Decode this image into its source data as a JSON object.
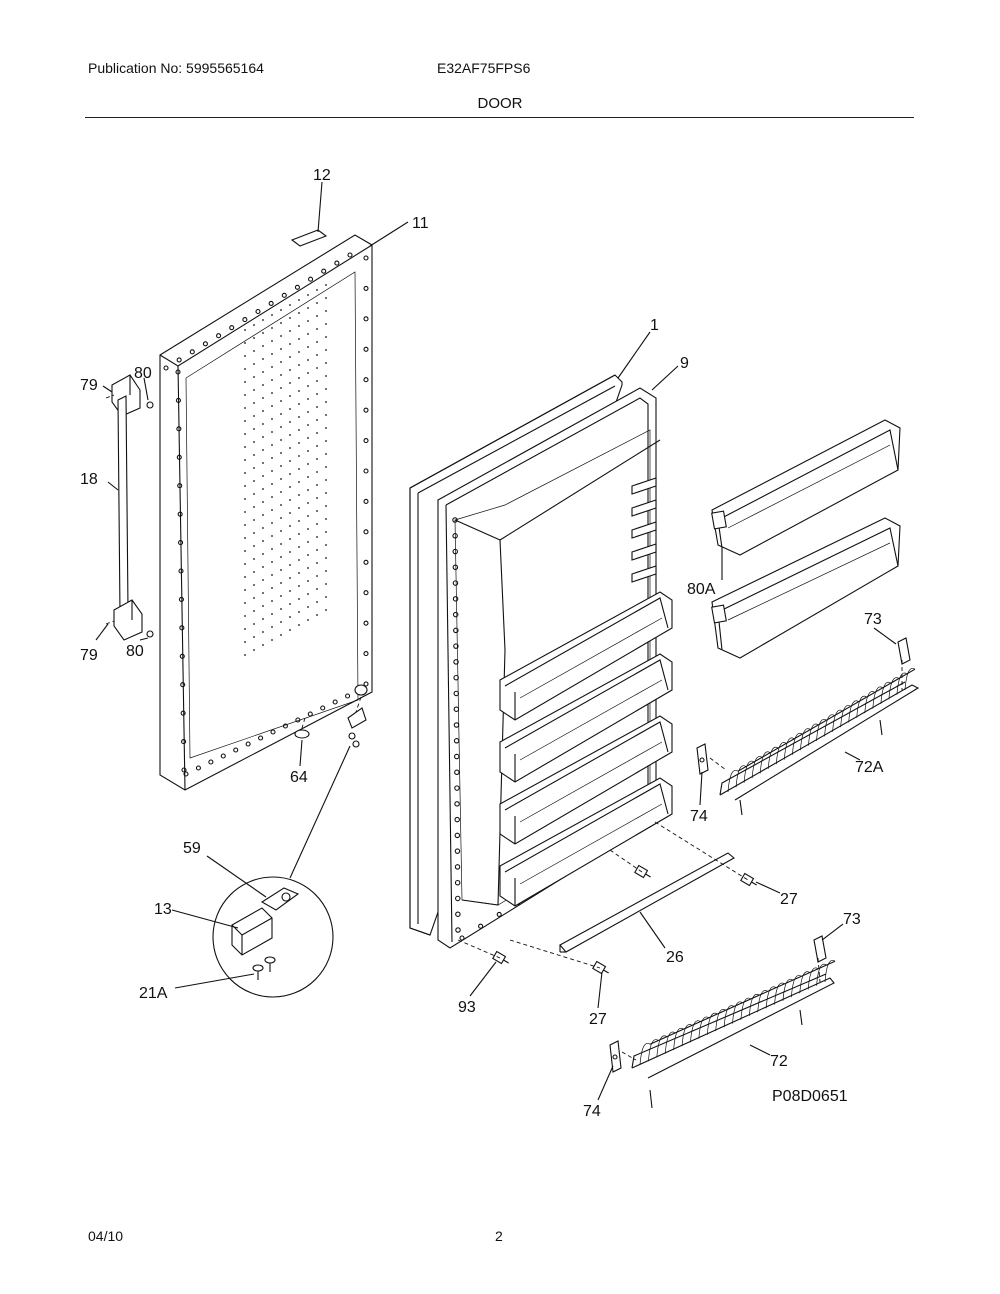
{
  "header": {
    "publication": "Publication No: 5995565164",
    "model": "E32AF75FPS6",
    "section_title": "DOOR"
  },
  "diagram": {
    "figure_code": "P08D0651",
    "callouts": [
      "12",
      "11",
      "1",
      "9",
      "79",
      "80",
      "18",
      "79",
      "80",
      "64",
      "80A",
      "73",
      "72A",
      "74",
      "27",
      "26",
      "93",
      "27",
      "73",
      "72",
      "74",
      "59",
      "13",
      "21A"
    ]
  },
  "footer": {
    "date": "04/10",
    "page": "2"
  }
}
